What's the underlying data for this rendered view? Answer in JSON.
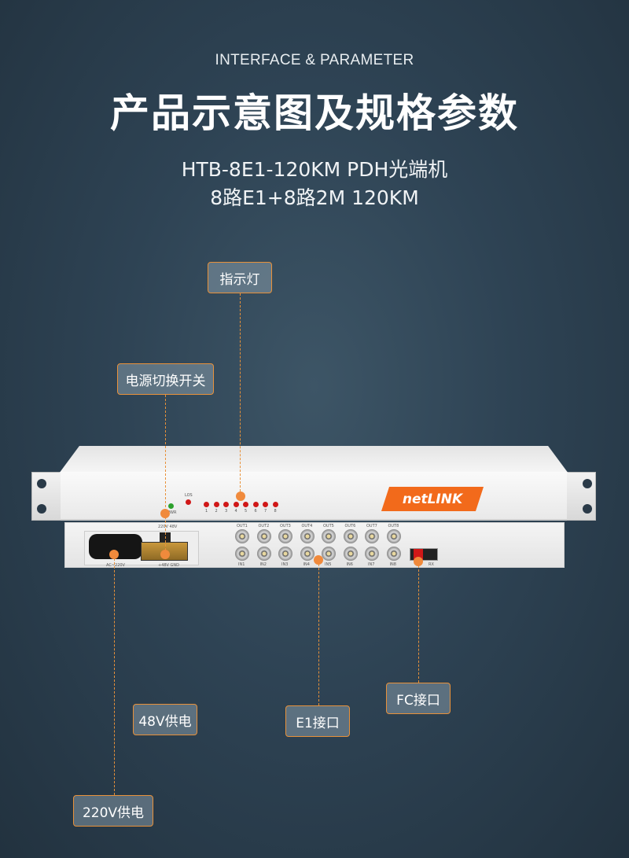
{
  "header": {
    "subtitle": "INTERFACE & PARAMETER",
    "title": "产品示意图及规格参数",
    "model_line": "HTB-8E1-120KM PDH光端机",
    "spec_line": "8路E1+8路2M 120KM"
  },
  "callouts": {
    "indicator": "指示灯",
    "power_switch": "电源切换开关",
    "dc48v": "48V供电",
    "e1": "E1接口",
    "fc": "FC接口",
    "ac220v": "220V供电"
  },
  "device": {
    "brand": "netLINK",
    "pwr": "PWR",
    "los": "LOS",
    "leds": [
      "1",
      "2",
      "3",
      "4",
      "5",
      "6",
      "7",
      "8"
    ],
    "switch_label": "220V  48V",
    "ac_label": "AC~220V",
    "dc_label": "+48V GND",
    "out_ports": [
      "OUT1",
      "OUT2",
      "OUT3",
      "OUT4",
      "OUT5",
      "OUT6",
      "OUT7",
      "OUT8"
    ],
    "in_ports": [
      "IN1",
      "IN2",
      "IN3",
      "IN4",
      "IN5",
      "IN6",
      "IN7",
      "IN8"
    ],
    "rx": "RX",
    "colors": {
      "accent": "#e8913a",
      "brand": "#f26a1b"
    }
  }
}
